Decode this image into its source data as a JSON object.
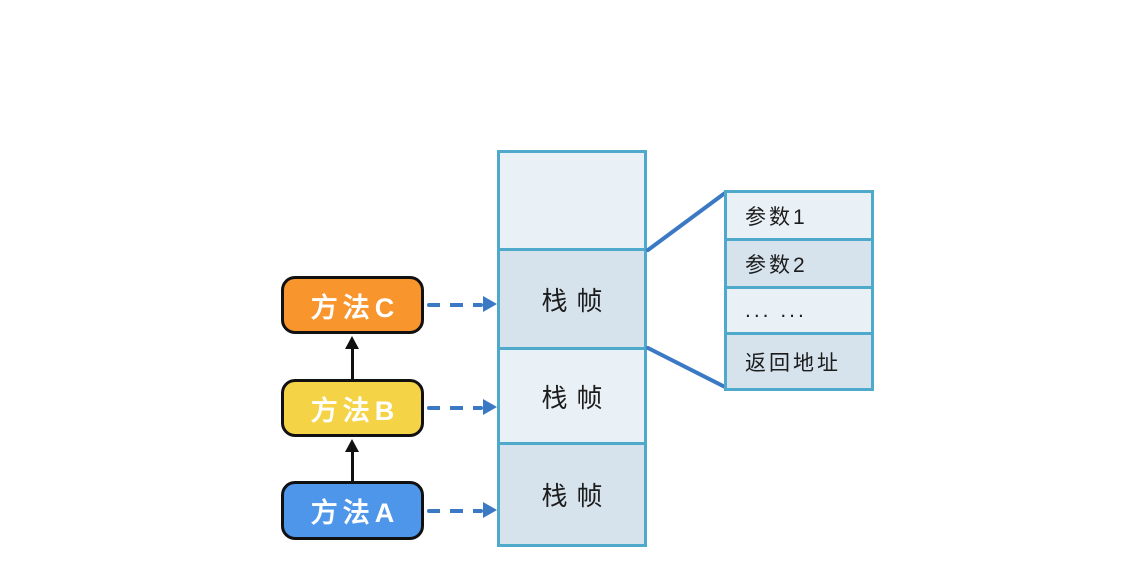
{
  "diagram": {
    "description": "Method call stack diagram: methods A, B, C each push a stack frame; one frame expanded into its contents"
  },
  "methods": [
    {
      "label": "方法C"
    },
    {
      "label": "方法B"
    },
    {
      "label": "方法A"
    }
  ],
  "stack": {
    "cells": [
      {
        "label": ""
      },
      {
        "label": "栈帧"
      },
      {
        "label": "栈帧"
      },
      {
        "label": "栈帧"
      }
    ]
  },
  "frame_detail": {
    "rows": [
      {
        "label": "参数1"
      },
      {
        "label": "参数2"
      },
      {
        "label": "... ..."
      },
      {
        "label": "返回地址"
      }
    ]
  },
  "colors": {
    "method_c_fill": "#F8952D",
    "method_b_fill": "#F5D347",
    "method_a_fill": "#4D96EA",
    "method_border": "#111111",
    "method_text": "#ffffff",
    "arrow_blue": "#3B79C4",
    "call_arrow_black": "#111111",
    "stack_border": "#4FA9CB",
    "cell_light": "#EAF1F6",
    "cell_dark": "#D6E3ED",
    "background": "#ffffff"
  }
}
